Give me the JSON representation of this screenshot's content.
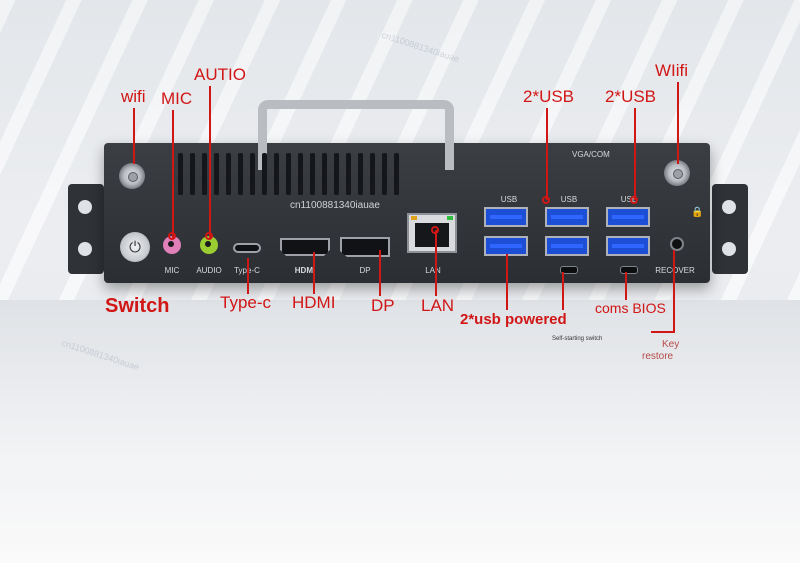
{
  "labels": {
    "wifi_left": "wifi",
    "mic": "MIC",
    "autio": "AUTIO",
    "usb_top_1": "2*USB",
    "usb_top_2": "2*USB",
    "wifi_right": "WIifi",
    "switch": "Switch",
    "type_c": "Type-c",
    "hdmi": "HDMI",
    "dp": "DP",
    "lan": "LAN",
    "usb_powered": "2*usb powered",
    "self_starting_switch": "Self-starting switch",
    "coms_bios": "coms BIOS",
    "key_restore_1": "Key",
    "key_restore_2": "restore"
  },
  "panel": {
    "vga_com": "VGA/COM",
    "usb_a": "USB",
    "usb_b": "USB",
    "usb_c": "USB",
    "mic": "MIC",
    "audio": "AUDIO",
    "type_c": "Type-C",
    "hdmi": "HDMI",
    "dp": "DP",
    "lan": "LAN",
    "recover": "RECOVER"
  },
  "watermark": {
    "text1": "cn1100881340iauae",
    "text2": "cn1100881340iauae",
    "text3": "cn1100881340iauae"
  },
  "colors": {
    "annotation": "#d11616",
    "usb_blue": "#1c4fd6",
    "chassis": "#2f3236"
  },
  "icons": {
    "antenna": "wifi-antenna-icon",
    "power": "power-icon",
    "lock": "lock-icon"
  }
}
